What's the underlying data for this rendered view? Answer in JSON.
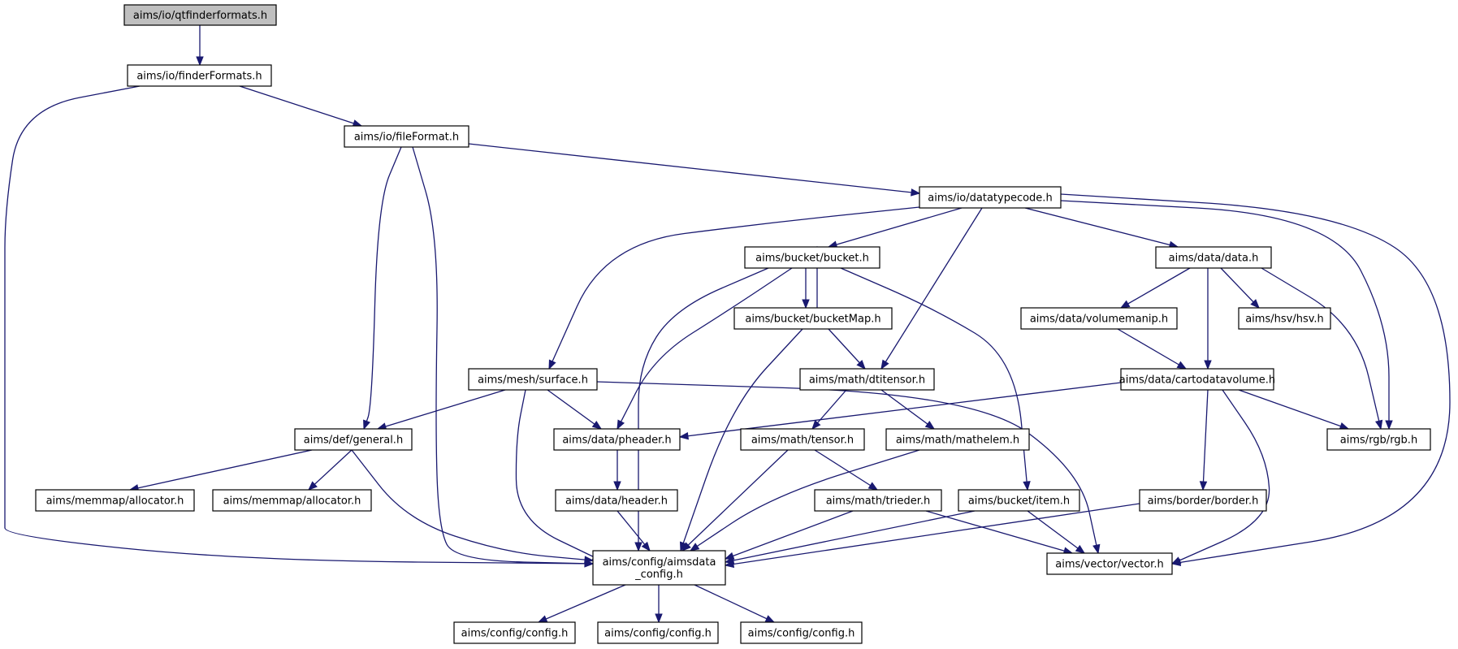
{
  "title": "aims/io/qtfinderformats.h",
  "colors": {
    "edge": "#191970",
    "root_fill": "#bfbfbf",
    "node_fill": "#ffffff",
    "node_border": "#000000"
  },
  "nodes": [
    {
      "id": "qtfinder",
      "lines": [
        "aims/io/qtfinderformats.h"
      ],
      "root": true
    },
    {
      "id": "finderFormats",
      "lines": [
        "aims/io/finderFormats.h"
      ]
    },
    {
      "id": "fileFormat",
      "lines": [
        "aims/io/fileFormat.h"
      ]
    },
    {
      "id": "datatypecode",
      "lines": [
        "aims/io/datatypecode.h"
      ]
    },
    {
      "id": "bucket",
      "lines": [
        "aims/bucket/bucket.h"
      ]
    },
    {
      "id": "datadata",
      "lines": [
        "aims/data/data.h"
      ]
    },
    {
      "id": "bucketMap",
      "lines": [
        "aims/bucket/bucketMap.h"
      ]
    },
    {
      "id": "volumemanip",
      "lines": [
        "aims/data/volumemanip.h"
      ]
    },
    {
      "id": "hsv",
      "lines": [
        "aims/hsv/hsv.h"
      ]
    },
    {
      "id": "surface",
      "lines": [
        "aims/mesh/surface.h"
      ]
    },
    {
      "id": "dtitensor",
      "lines": [
        "aims/math/dtitensor.h"
      ]
    },
    {
      "id": "cartodatavolume",
      "lines": [
        "aims/data/cartodatavolume.h"
      ]
    },
    {
      "id": "general",
      "lines": [
        "aims/def/general.h"
      ]
    },
    {
      "id": "pheader",
      "lines": [
        "aims/data/pheader.h"
      ]
    },
    {
      "id": "tensor",
      "lines": [
        "aims/math/tensor.h"
      ]
    },
    {
      "id": "mathelem",
      "lines": [
        "aims/math/mathelem.h"
      ]
    },
    {
      "id": "rgb",
      "lines": [
        "aims/rgb/rgb.h"
      ]
    },
    {
      "id": "alloc1",
      "lines": [
        "aims/memmap/allocator.h"
      ]
    },
    {
      "id": "alloc2",
      "lines": [
        "aims/memmap/allocator.h"
      ]
    },
    {
      "id": "header",
      "lines": [
        "aims/data/header.h"
      ]
    },
    {
      "id": "trieder",
      "lines": [
        "aims/math/trieder.h"
      ]
    },
    {
      "id": "item",
      "lines": [
        "aims/bucket/item.h"
      ]
    },
    {
      "id": "border",
      "lines": [
        "aims/border/border.h"
      ]
    },
    {
      "id": "aimsdata_config",
      "lines": [
        "aims/config/aimsdata",
        "_config.h"
      ]
    },
    {
      "id": "vector",
      "lines": [
        "aims/vector/vector.h"
      ]
    },
    {
      "id": "config1",
      "lines": [
        "aims/config/config.h"
      ]
    },
    {
      "id": "config2",
      "lines": [
        "aims/config/config.h"
      ]
    },
    {
      "id": "config3",
      "lines": [
        "aims/config/config.h"
      ]
    }
  ]
}
